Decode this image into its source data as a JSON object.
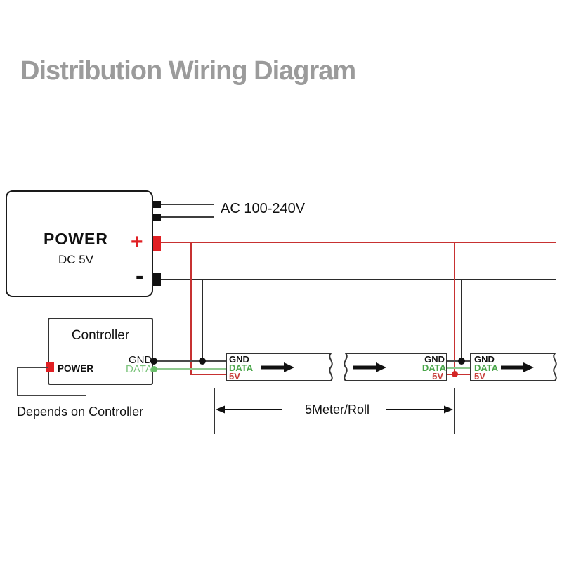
{
  "title": "Distribution Wiring Diagram",
  "power_supply": {
    "label": "POWER",
    "voltage": "DC 5V",
    "plus_symbol": "+",
    "minus_symbol": "-",
    "ac_input_label": "AC 100-240V"
  },
  "controller": {
    "label": "Controller",
    "power_terminal_label": "POWER",
    "gnd_pin": "GND",
    "data_pin": "DATA",
    "note": "Depends on Controller"
  },
  "led_strips": [
    {
      "gnd": "GND",
      "data": "DATA",
      "v5": "5V",
      "direction": "right"
    },
    {
      "gnd": "GND",
      "data": "DATA",
      "v5": "5V",
      "direction": "right"
    },
    {
      "gnd": "GND",
      "data": "DATA",
      "v5": "5V",
      "direction": "right"
    }
  ],
  "dimension": {
    "label": "5Meter/Roll"
  },
  "colors": {
    "title_gray": "#9b9b9b",
    "wire_red": "#c73131",
    "terminal_red": "#e01f23",
    "wire_black": "#2b2b2b",
    "wire_gnd_gray": "#4a4a4a",
    "wire_data_green": "#8fc98f",
    "label_data_green": "#4aa64a",
    "label_5v_red": "#c9413d"
  }
}
